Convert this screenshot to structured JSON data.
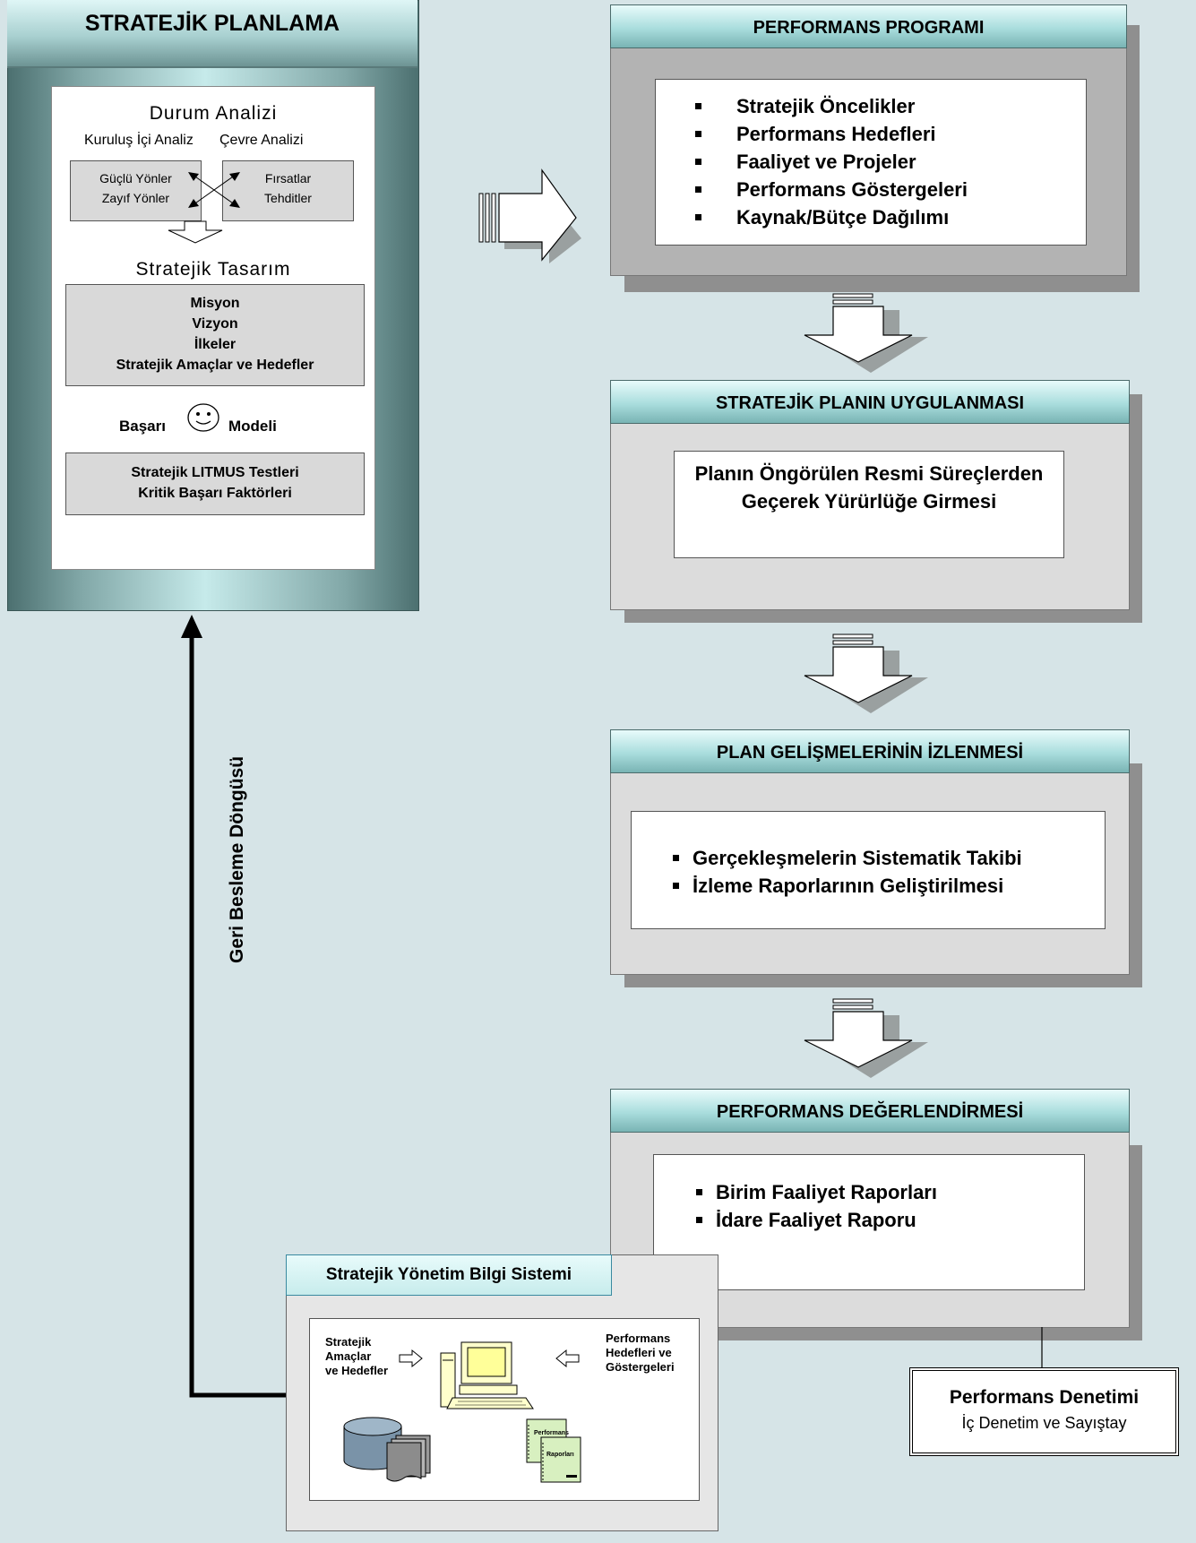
{
  "strategic_planning": {
    "title": "STRATEJİK PLANLAMA",
    "situation_analysis": "Durum Analizi",
    "internal_analysis": "Kuruluş İçi Analiz",
    "environment_analysis": "Çevre Analizi",
    "strengths": "Güçlü Yönler",
    "weaknesses": "Zayıf Yönler",
    "opportunities": "Fırsatlar",
    "threats": "Tehditler",
    "strategic_design": "Stratejik Tasarım",
    "design_items": [
      "Misyon",
      "Vizyon",
      "İlkeler",
      "Stratejik Amaçlar ve Hedefler"
    ],
    "success_word": "Başarı",
    "model_word": "Modeli",
    "litmus_tests": "Stratejik  LITMUS Testleri",
    "critical_factors": "Kritik Başarı Faktörleri"
  },
  "performance_program": {
    "title": "PERFORMANS PROGRAMI",
    "items": [
      "Stratejik Öncelikler",
      "Performans Hedefleri",
      "Faaliyet ve Projeler",
      "Performans Göstergeleri",
      "Kaynak/Bütçe Dağılımı"
    ]
  },
  "implementation": {
    "title": "STRATEJİK PLANIN UYGULANMASI",
    "line1": "Planın Öngörülen Resmi Süreçlerden",
    "line2": "Geçerek Yürürlüğe Girmesi"
  },
  "monitoring": {
    "title": "PLAN GELİŞMELERİNİN İZLENMESİ",
    "items": [
      "Gerçekleşmelerin Sistematik Takibi",
      "İzleme Raporlarının Geliştirilmesi"
    ]
  },
  "evaluation": {
    "title": "PERFORMANS DEĞERLENDİRMESİ",
    "items": [
      "Birim Faaliyet Raporları",
      "İdare Faaliyet Raporu"
    ]
  },
  "feedback_loop": "Geri Besleme Döngüsü",
  "info_system": {
    "title": "Stratejik Yönetim Bilgi Sistemi",
    "left_line1": "Stratejik",
    "left_line2": "Amaçlar",
    "left_line3": "ve Hedefler",
    "right_line1": "Performans",
    "right_line2": "Hedefleri ve",
    "right_line3": "Göstergeleri",
    "doc_label1": "Performans",
    "doc_label2": "Raporları"
  },
  "audit": {
    "title": "Performans Denetimi",
    "subtitle": "İç Denetim ve Sayıştay"
  },
  "colors": {
    "background": "#d6e4e7",
    "header_teal": "#a9dddd",
    "panel_gray": "#dcdcdc",
    "shadow_gray": "#8f8f8f"
  }
}
